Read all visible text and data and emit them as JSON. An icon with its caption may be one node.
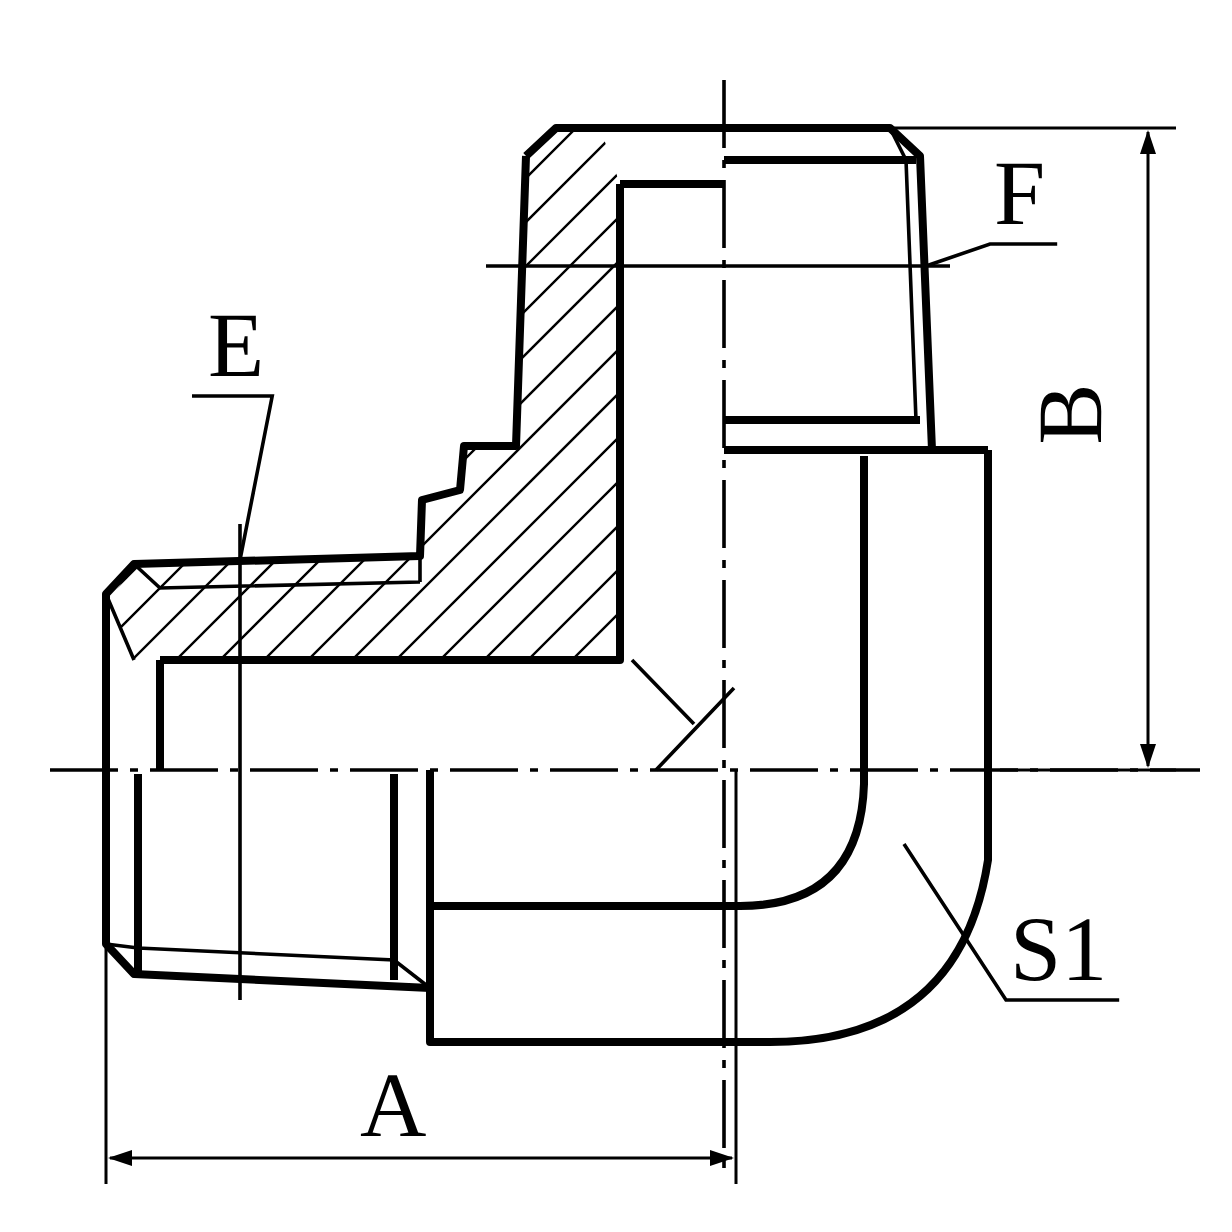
{
  "diagram": {
    "nodes": [
      {
        "text": [
          "E"
        ]
      },
      {
        "text": [
          "F"
        ]
      },
      {
        "text": [
          "S1"
        ]
      }
    ],
    "edges": [
      {
        "from": 0,
        "to": null,
        "arrow": "none"
      },
      {
        "from": 1,
        "to": null,
        "arrow": "none"
      },
      {
        "from": 2,
        "to": null,
        "arrow": "none"
      }
    ],
    "labels": [
      "B",
      "A"
    ]
  }
}
